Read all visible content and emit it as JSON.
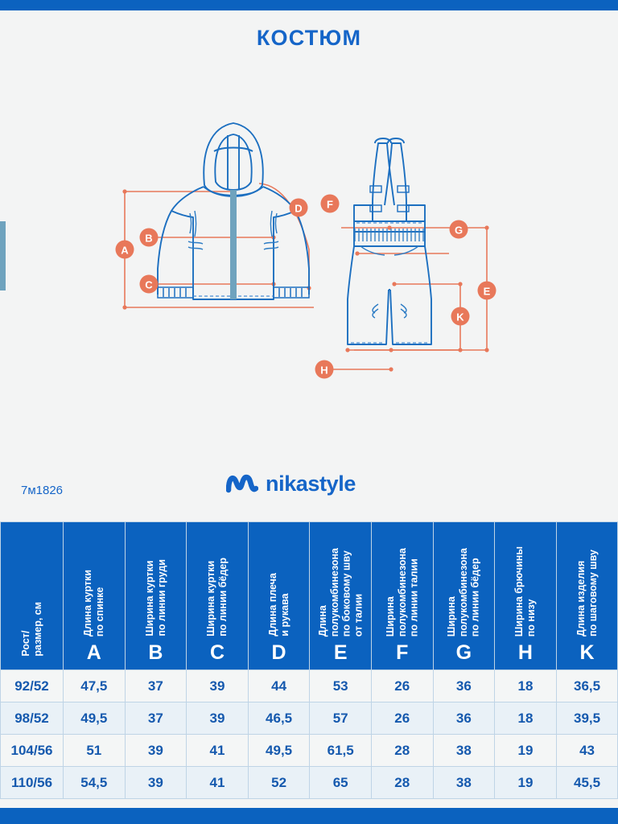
{
  "page": {
    "title": "КОСТЮМ",
    "article_number": "7м1826",
    "brand": "nikastyle",
    "accent_blue": "#0B62BF",
    "title_blue": "#1565C8",
    "marker_orange": "#E8785A",
    "line_blue": "#1C6FC0",
    "background": "#F3F4F4"
  },
  "illustration": {
    "jacket_markers": [
      "A",
      "B",
      "C",
      "D"
    ],
    "pants_markers": [
      "F",
      "G",
      "E",
      "K",
      "H"
    ]
  },
  "table": {
    "columns": [
      {
        "letter": "",
        "label": "Рост/\nразмер, см"
      },
      {
        "letter": "A",
        "label": "Длина куртки\nпо спинке"
      },
      {
        "letter": "B",
        "label": "Ширина куртки\nпо линии груди"
      },
      {
        "letter": "C",
        "label": "Ширина куртки\nпо линии бёдер"
      },
      {
        "letter": "D",
        "label": "Длина плеча\nи рукава"
      },
      {
        "letter": "E",
        "label": "Длина\nполукомбинезона\nпо боковому шву\nот талии"
      },
      {
        "letter": "F",
        "label": "Ширина\nполукомбинезона\nпо линии талии"
      },
      {
        "letter": "G",
        "label": "Ширина\nполукомбинезона\nпо линии бёдер"
      },
      {
        "letter": "H",
        "label": "Ширина брючины\nпо низу"
      },
      {
        "letter": "K",
        "label": "Длина изделия\nпо шаговому шву"
      }
    ],
    "rows": [
      [
        "92/52",
        "47,5",
        "37",
        "39",
        "44",
        "53",
        "26",
        "36",
        "18",
        "36,5"
      ],
      [
        "98/52",
        "49,5",
        "37",
        "39",
        "46,5",
        "57",
        "26",
        "36",
        "18",
        "39,5"
      ],
      [
        "104/56",
        "51",
        "39",
        "41",
        "49,5",
        "61,5",
        "28",
        "38",
        "19",
        "43"
      ],
      [
        "110/56",
        "54,5",
        "39",
        "41",
        "52",
        "65",
        "28",
        "38",
        "19",
        "45,5"
      ]
    ]
  }
}
